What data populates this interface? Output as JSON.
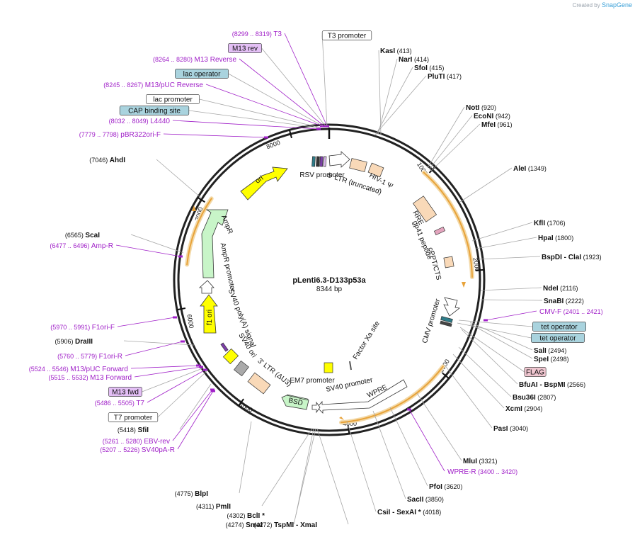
{
  "credit": {
    "prefix": "Created by",
    "brand": "SnapGene"
  },
  "plasmid": {
    "name": "pLenti6.3-D133p53a",
    "size_label": "8344 bp",
    "length": 8344
  },
  "scale_ticks": [
    {
      "bp": 1000,
      "label": "1000"
    },
    {
      "bp": 2000,
      "label": "2000"
    },
    {
      "bp": 3000,
      "label": "3000"
    },
    {
      "bp": 4000,
      "label": "4000"
    },
    {
      "bp": 5000,
      "label": "5000"
    },
    {
      "bp": 6000,
      "label": "6000"
    },
    {
      "bp": 7000,
      "label": "7000"
    },
    {
      "bp": 8000,
      "label": "8000"
    }
  ],
  "colors": {
    "orange_orf": "#e8a33a",
    "peach": "#f9d9b8",
    "yellow": "#ffff00",
    "green": "#c8f5c8",
    "teal_box": "#a9d3de",
    "purple_box": "#e3bff5",
    "pink_box": "#f0c6d0",
    "purple_text": "#a020c8",
    "grey": "#a6a6a6",
    "dark": "#333333"
  },
  "enzymes": [
    {
      "name": "KasI",
      "pos": "(413)"
    },
    {
      "name": "NarI",
      "pos": "(414)"
    },
    {
      "name": "SfoI",
      "pos": "(415)"
    },
    {
      "name": "PluTI",
      "pos": "(417)"
    },
    {
      "name": "NotI",
      "pos": "(920)"
    },
    {
      "name": "EcoNI",
      "pos": "(942)"
    },
    {
      "name": "MfeI",
      "pos": "(961)"
    },
    {
      "name": "AleI",
      "pos": "(1349)"
    },
    {
      "name": "KflI",
      "pos": "(1706)"
    },
    {
      "name": "HpaI",
      "pos": "(1800)"
    },
    {
      "name": "BspDI - ClaI",
      "pos": "(1923)"
    },
    {
      "name": "NdeI",
      "pos": "(2116)"
    },
    {
      "name": "SnaBI",
      "pos": "(2222)"
    },
    {
      "name": "SalI",
      "pos": "(2494)"
    },
    {
      "name": "SpeI",
      "pos": "(2498)"
    },
    {
      "name": "BfuAI - BspMI",
      "pos": "(2566)"
    },
    {
      "name": "Bsu36I",
      "pos": "(2807)"
    },
    {
      "name": "XcmI",
      "pos": "(2904)"
    },
    {
      "name": "PasI",
      "pos": "(3040)"
    },
    {
      "name": "MluI",
      "pos": "(3321)"
    },
    {
      "name": "PfoI",
      "pos": "(3620)"
    },
    {
      "name": "SacII",
      "pos": "(3850)"
    },
    {
      "name": "CsiI - SexAI *",
      "pos": "(4018)"
    },
    {
      "name": "TspMI - XmaI",
      "pos": "(4272)"
    },
    {
      "name": "SmaI",
      "pos": "(4274)"
    },
    {
      "name": "BclI *",
      "pos": "(4302)"
    },
    {
      "name": "PmlI",
      "pos": "(4311)"
    },
    {
      "name": "BlpI",
      "pos": "(4775)"
    },
    {
      "name": "SfiI",
      "pos": "(5418)"
    },
    {
      "name": "DraIII",
      "pos": "(5906)"
    },
    {
      "name": "ScaI",
      "pos": "(6565)"
    },
    {
      "name": "AhdI",
      "pos": "(7046)"
    }
  ],
  "primers": [
    {
      "name": "T3",
      "pos": "(8299 .. 8319)"
    },
    {
      "name": "M13 Reverse",
      "pos": "(8264 .. 8280)"
    },
    {
      "name": "M13/pUC Reverse",
      "pos": "(8245 .. 8267)"
    },
    {
      "name": "L4440",
      "pos": "(8032 .. 8049)"
    },
    {
      "name": "pBR322ori-F",
      "pos": "(7779 .. 7798)"
    },
    {
      "name": "Amp-R",
      "pos": "(6477 .. 6496)"
    },
    {
      "name": "F1ori-F",
      "pos": "(5970 .. 5991)"
    },
    {
      "name": "F1ori-R",
      "pos": "(5760 .. 5779)"
    },
    {
      "name": "M13/pUC Forward",
      "pos": "(5524 .. 5546)"
    },
    {
      "name": "M13 Forward",
      "pos": "(5515 .. 5532)"
    },
    {
      "name": "T7",
      "pos": "(5486 .. 5505)"
    },
    {
      "name": "EBV-rev",
      "pos": "(5261 .. 5280)"
    },
    {
      "name": "SV40pA-R",
      "pos": "(5207 .. 5226)"
    },
    {
      "name": "CMV-F",
      "pos": "(2401 .. 2421)"
    },
    {
      "name": "WPRE-R",
      "pos": "(3400 .. 3420)"
    }
  ],
  "boxed_labels": [
    {
      "name": "M13 rev",
      "style": "purple"
    },
    {
      "name": "lac operator",
      "style": "teal"
    },
    {
      "name": "lac promoter",
      "style": "white"
    },
    {
      "name": "CAP binding site",
      "style": "teal"
    },
    {
      "name": "T3 promoter",
      "style": "white"
    },
    {
      "name": "tet operator",
      "style": "teal"
    },
    {
      "name": "tet operator",
      "style": "teal"
    },
    {
      "name": "FLAG",
      "style": "pink"
    },
    {
      "name": "M13 fwd",
      "style": "purple"
    },
    {
      "name": "T7 promoter",
      "style": "white"
    }
  ],
  "features": [
    {
      "name": "RSV promoter"
    },
    {
      "name": "5' LTR (truncated)"
    },
    {
      "name": "HIV-1 Ψ"
    },
    {
      "name": "RRE"
    },
    {
      "name": "gp41 peptide"
    },
    {
      "name": "cPPT/CTS"
    },
    {
      "name": "CMV promoter"
    },
    {
      "name": "Factor Xa site"
    },
    {
      "name": "WPRE"
    },
    {
      "name": "SV40 promoter"
    },
    {
      "name": "EM7 promoter"
    },
    {
      "name": "BSD"
    },
    {
      "name": "3' LTR (ΔU3)"
    },
    {
      "name": "SV40 ori"
    },
    {
      "name": "SV40 ori"
    },
    {
      "name": "SV40 poly(A) signal"
    },
    {
      "name": "f1 ori"
    },
    {
      "name": "AmpR promoter"
    },
    {
      "name": "AmpR"
    },
    {
      "name": "ori"
    }
  ]
}
